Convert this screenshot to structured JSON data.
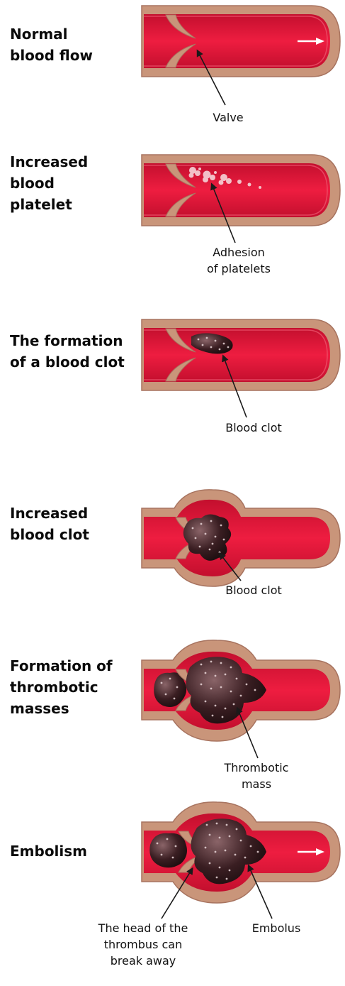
{
  "stages": [
    {
      "title_lines": [
        "Normal",
        "blood flow"
      ],
      "labels": [
        {
          "lines": [
            "Valve"
          ]
        }
      ],
      "has_arrow": true
    },
    {
      "title_lines": [
        "Increased",
        "blood",
        "platelet"
      ],
      "labels": [
        {
          "lines": [
            "Adhesion",
            "of platelets"
          ]
        }
      ],
      "has_arrow": false
    },
    {
      "title_lines": [
        "The formation",
        "of a blood clot"
      ],
      "labels": [
        {
          "lines": [
            "Blood clot"
          ]
        }
      ],
      "has_arrow": false
    },
    {
      "title_lines": [
        "Increased",
        "blood clot"
      ],
      "labels": [
        {
          "lines": [
            "Blood clot"
          ]
        }
      ],
      "has_arrow": false
    },
    {
      "title_lines": [
        "Formation of",
        "thrombotic",
        "masses"
      ],
      "labels": [
        {
          "lines": [
            "Thrombotic",
            "mass"
          ]
        }
      ],
      "has_arrow": false
    },
    {
      "title_lines": [
        "Embolism"
      ],
      "labels": [
        {
          "lines": [
            "The head of the",
            "thrombus can",
            "break away"
          ]
        },
        {
          "lines": [
            "Embolus"
          ]
        }
      ],
      "has_arrow": true
    }
  ],
  "colors": {
    "vessel_wall": "#c9957a",
    "vessel_wall_edge": "#a87460",
    "vessel_inner": "#e8183a",
    "vessel_deep": "#b80f2a",
    "clot": "#3a1e22",
    "platelet": "#f4c9cf"
  },
  "icons": [
    "flow-arrow-icon",
    "pointer-arrow-icon"
  ]
}
